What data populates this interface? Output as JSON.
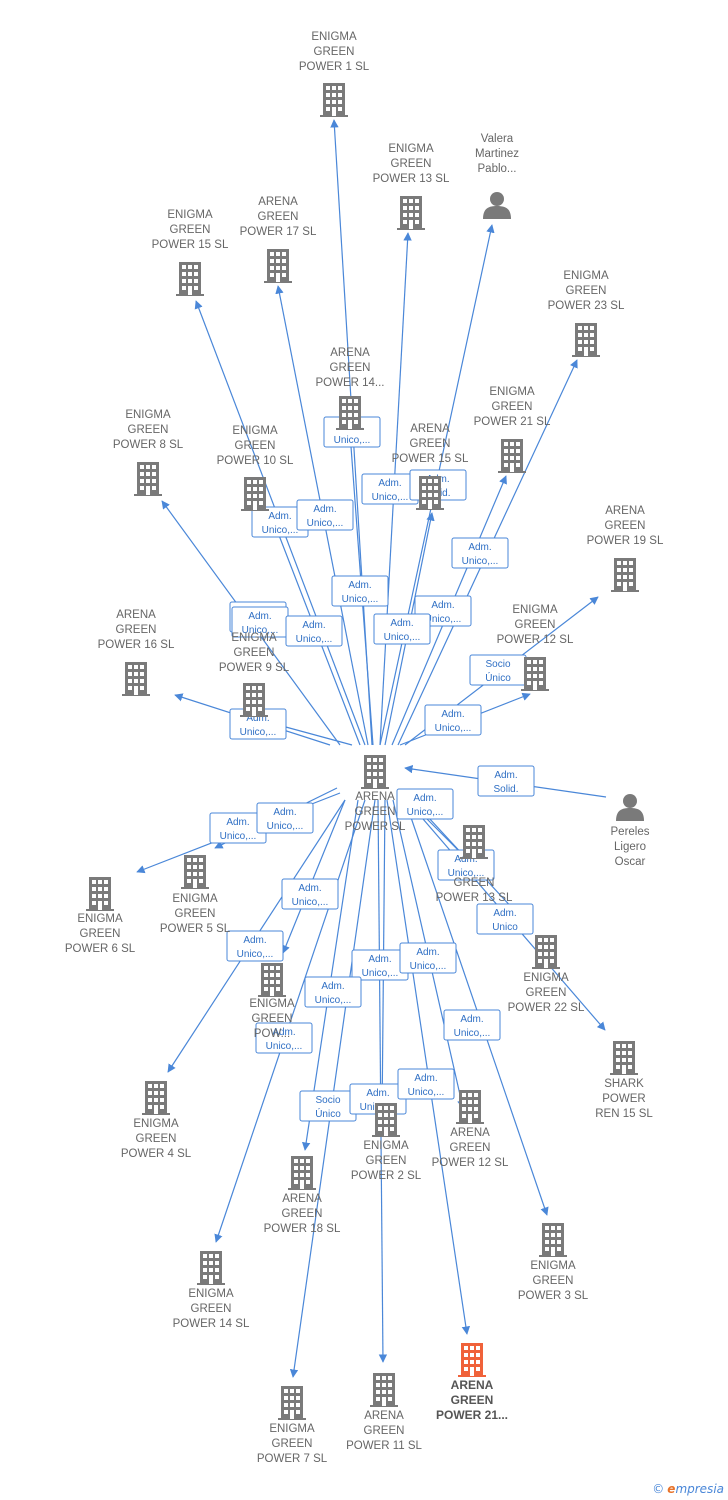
{
  "colors": {
    "edge": "#4a87d8",
    "node": "#7a7a7a",
    "highlight": "#f0623a",
    "label": "#666666"
  },
  "nodes": [
    {
      "id": "center",
      "type": "company",
      "label": [
        "ARENA",
        "GREEN",
        "POWER  SL"
      ]
    },
    {
      "id": "egp1",
      "type": "company",
      "label": [
        "ENIGMA",
        "GREEN",
        "POWER 1  SL"
      ]
    },
    {
      "id": "egp13",
      "type": "company",
      "label": [
        "ENIGMA",
        "GREEN",
        "POWER 13  SL"
      ]
    },
    {
      "id": "valera",
      "type": "person",
      "label": [
        "Valera",
        "Martinez",
        "Pablo..."
      ]
    },
    {
      "id": "egp15",
      "type": "company",
      "label": [
        "ENIGMA",
        "GREEN",
        "POWER 15  SL"
      ]
    },
    {
      "id": "agp17",
      "type": "company",
      "label": [
        "ARENA",
        "GREEN",
        "POWER 17  SL"
      ]
    },
    {
      "id": "egp23",
      "type": "company",
      "label": [
        "ENIGMA",
        "GREEN",
        "POWER 23  SL"
      ]
    },
    {
      "id": "agp14",
      "type": "company",
      "label": [
        "ARENA",
        "GREEN",
        "POWER 14..."
      ]
    },
    {
      "id": "egp21",
      "type": "company",
      "label": [
        "ENIGMA",
        "GREEN",
        "POWER 21  SL"
      ]
    },
    {
      "id": "egp8",
      "type": "company",
      "label": [
        "ENIGMA",
        "GREEN",
        "POWER 8  SL"
      ]
    },
    {
      "id": "egp10",
      "type": "company",
      "label": [
        "ENIGMA",
        "GREEN",
        "POWER 10  SL"
      ]
    },
    {
      "id": "agp15",
      "type": "company",
      "label": [
        "ARENA",
        "GREEN",
        "POWER 15  SL"
      ]
    },
    {
      "id": "agp19",
      "type": "company",
      "label": [
        "ARENA",
        "GREEN",
        "POWER 19  SL"
      ]
    },
    {
      "id": "egp12",
      "type": "company",
      "label": [
        "ENIGMA",
        "GREEN",
        "POWER 12  SL"
      ]
    },
    {
      "id": "agp16",
      "type": "company",
      "label": [
        "ARENA",
        "GREEN",
        "POWER 16  SL"
      ]
    },
    {
      "id": "egp9",
      "type": "company",
      "label": [
        "ENIGMA",
        "GREEN",
        "POWER 9  SL"
      ]
    },
    {
      "id": "pereles",
      "type": "person",
      "label": [
        "Pereles",
        "Ligero",
        "Oscar"
      ]
    },
    {
      "id": "egp6",
      "type": "company",
      "label": [
        "ENIGMA",
        "GREEN",
        "POWER 6  SL"
      ]
    },
    {
      "id": "egp5",
      "type": "company",
      "label": [
        "ENIGMA",
        "GREEN",
        "POWER 5  SL"
      ]
    },
    {
      "id": "agp13",
      "type": "company",
      "label": [
        "",
        "GREEN",
        "POWER 13  SL"
      ]
    },
    {
      "id": "egp22",
      "type": "company",
      "label": [
        "ENIGMA",
        "GREEN",
        "POWER 22  SL"
      ]
    },
    {
      "id": "egpx",
      "type": "company",
      "label": [
        "ENIGMA",
        "GREEN",
        "POW..."
      ]
    },
    {
      "id": "shark",
      "type": "company",
      "label": [
        "SHARK",
        "POWER",
        "REN 15  SL"
      ]
    },
    {
      "id": "egp4",
      "type": "company",
      "label": [
        "ENIGMA",
        "GREEN",
        "POWER 4  SL"
      ]
    },
    {
      "id": "egp2",
      "type": "company",
      "label": [
        "ENIGMA",
        "GREEN",
        "POWER 2  SL"
      ]
    },
    {
      "id": "agp12",
      "type": "company",
      "label": [
        "ARENA",
        "GREEN",
        "POWER 12  SL"
      ]
    },
    {
      "id": "agp18",
      "type": "company",
      "label": [
        "ARENA",
        "GREEN",
        "POWER 18  SL"
      ]
    },
    {
      "id": "egp3",
      "type": "company",
      "label": [
        "ENIGMA",
        "GREEN",
        "POWER 3  SL"
      ]
    },
    {
      "id": "egp14",
      "type": "company",
      "label": [
        "ENIGMA",
        "GREEN",
        "POWER 14  SL"
      ]
    },
    {
      "id": "egp7",
      "type": "company",
      "label": [
        "ENIGMA",
        "GREEN",
        "POWER 7  SL"
      ]
    },
    {
      "id": "agp11",
      "type": "company",
      "label": [
        "ARENA",
        "GREEN",
        "POWER 11  SL"
      ]
    },
    {
      "id": "agp21",
      "type": "company",
      "label": [
        "ARENA",
        "GREEN",
        "POWER 21..."
      ],
      "highlight": true
    }
  ],
  "edges": [
    {
      "to": "egp1",
      "label": [
        "Adm.",
        "Unico,..."
      ]
    },
    {
      "to": "egp13",
      "label": [
        "Adm.",
        "Unico,..."
      ]
    },
    {
      "from": "valera",
      "label": [
        "Adm.",
        "Solid."
      ]
    },
    {
      "to": "egp15",
      "label": [
        "Adm.",
        "Unico,..."
      ]
    },
    {
      "to": "agp17",
      "label": [
        "Adm.",
        "Unico,..."
      ]
    },
    {
      "to": "egp23",
      "label": [
        "Adm.",
        "Unico,..."
      ]
    },
    {
      "to": "agp14",
      "label": [
        "Adm.",
        "Unico,..."
      ]
    },
    {
      "to": "egp21",
      "label": [
        "Adm.",
        "Unico,..."
      ]
    },
    {
      "to": "egp8",
      "label": [
        "Adm.",
        "Unico,..."
      ]
    },
    {
      "to": "egp10",
      "label": [
        "Adm.",
        "Unico,..."
      ]
    },
    {
      "to": "agp15",
      "label": [
        "Adm.",
        "Unico,..."
      ]
    },
    {
      "to": "agp19",
      "label": [
        "Adm.",
        "Unico,..."
      ]
    },
    {
      "to": "egp12",
      "label": [
        "Socio",
        "Único"
      ]
    },
    {
      "to": "agp16",
      "label": [
        "Adm.",
        "Unico,..."
      ]
    },
    {
      "to": "egp9",
      "label": [
        "Adm.",
        "Unico,..."
      ]
    },
    {
      "from": "pereles",
      "label": [
        "Adm.",
        "Solid."
      ]
    },
    {
      "to": "egp6",
      "label": [
        "Adm.",
        "Unico,..."
      ]
    },
    {
      "to": "egp5",
      "label": [
        "Adm.",
        "Unico,..."
      ]
    },
    {
      "to": "agp13",
      "label": [
        "Adm.",
        "Unico,..."
      ]
    },
    {
      "to": "egp22",
      "label": [
        "Adm.",
        "Unico,..."
      ]
    },
    {
      "to": "egpx",
      "label": [
        "Adm.",
        "Unico,..."
      ]
    },
    {
      "to": "shark",
      "label": [
        "Adm.",
        "Unico"
      ]
    },
    {
      "to": "egp4",
      "label": [
        "Adm.",
        "Unico,..."
      ]
    },
    {
      "to": "egp2",
      "label": [
        "Adm.",
        "Unico,..."
      ]
    },
    {
      "to": "agp12",
      "label": [
        "Adm.",
        "Unico,..."
      ]
    },
    {
      "to": "agp18",
      "label": [
        "Adm.",
        "Unico,..."
      ]
    },
    {
      "to": "egp3",
      "label": [
        "Adm.",
        "Unico,..."
      ]
    },
    {
      "to": "egp14",
      "label": [
        "Adm.",
        "Unico,..."
      ]
    },
    {
      "to": "egp7",
      "label": [
        "Socio",
        "Único"
      ]
    },
    {
      "to": "agp11",
      "label": [
        "Adm.",
        "Unico,..."
      ]
    },
    {
      "to": "agp21",
      "label": [
        "Adm.",
        "Unico,..."
      ]
    }
  ],
  "footer": {
    "copyright": "©",
    "brand_initial": "e",
    "brand_rest": "mpresia"
  }
}
